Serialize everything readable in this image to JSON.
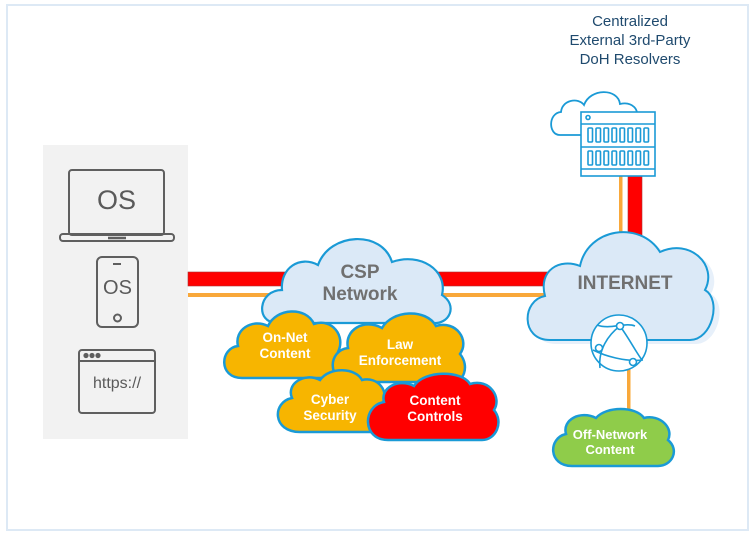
{
  "resolvers": {
    "title_lines": [
      "Centralized",
      "External 3rd-Party",
      "DoH Resolvers"
    ]
  },
  "devices": {
    "laptop_label": "OS",
    "phone_label": "OS",
    "browser_label": "https://"
  },
  "clouds": {
    "csp": [
      "CSP",
      "Network"
    ],
    "internet": "INTERNET",
    "on_net": [
      "On-Net",
      "Content"
    ],
    "law": [
      "Law",
      "Enforcement"
    ],
    "cyber": [
      "Cyber",
      "Security"
    ],
    "controls": [
      "Content",
      "Controls"
    ],
    "off_network": [
      "Off-Network",
      "Content"
    ]
  },
  "colors": {
    "red_path": "#ff0000",
    "orange_path": "#f9a83a",
    "cloud_blue_fill": "#dbe9f7",
    "cloud_outline": "#1a9ad6",
    "yellow_cloud": "#f7b500",
    "red_cloud": "#ff0000",
    "green_cloud": "#8fcc4a",
    "device_panel": "#f2f2f2"
  }
}
